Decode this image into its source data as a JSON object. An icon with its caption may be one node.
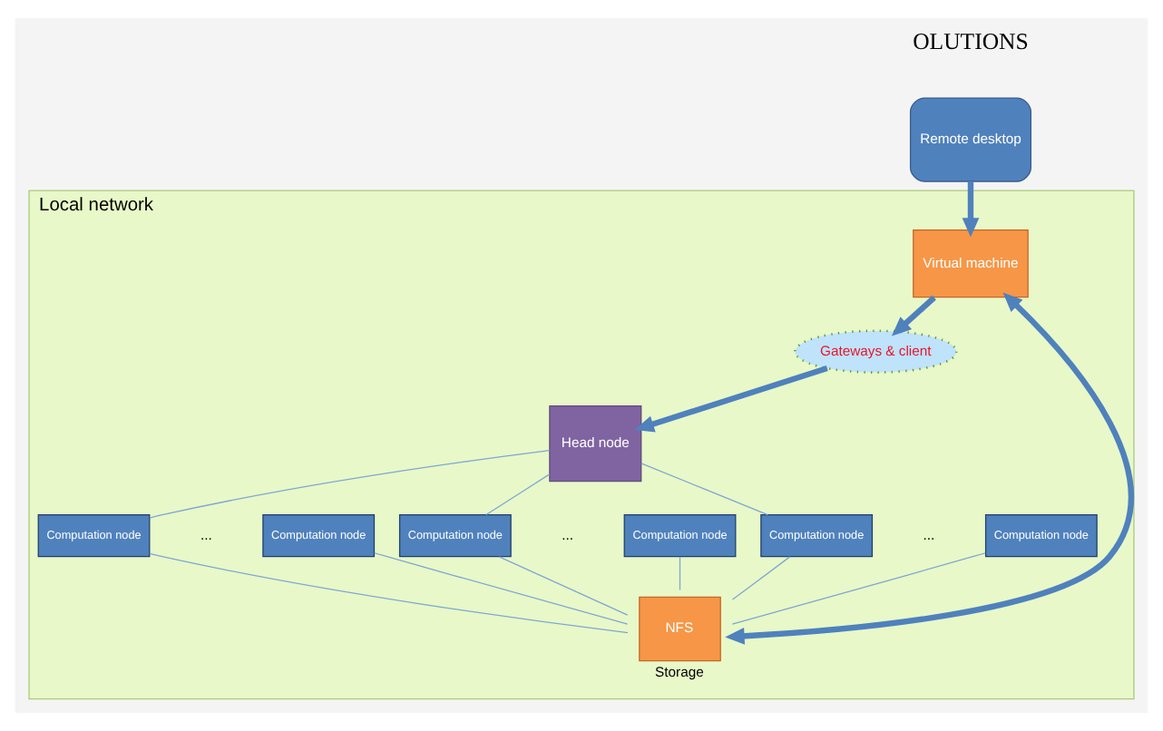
{
  "diagram": {
    "nodes": [
      {
        "text": [
          "Local network"
        ]
      },
      {
        "text": [
          "Head node"
        ],
        "in": 0
      },
      {
        "text": [
          "Computation node"
        ],
        "in": 0
      },
      {
        "text": [
          "Computation node"
        ],
        "in": 0
      },
      {
        "text": [
          "Computation node"
        ],
        "in": 0
      },
      {
        "text": [
          "Computation node"
        ],
        "in": 0
      },
      {
        "text": [
          "Computation node"
        ],
        "in": 0
      },
      {
        "text": [
          "Computation node"
        ],
        "in": 0
      },
      {
        "text": [
          "Remote desktop"
        ]
      },
      {
        "text": [
          "Gateways & client"
        ],
        "in": 0
      },
      {
        "text": [
          "Virtual machine"
        ],
        "in": 0
      },
      {
        "text": [
          "NFS"
        ],
        "beside": [
          "Storage"
        ],
        "in": 0
      }
    ],
    "edges": [
      {
        "from": 8,
        "to": 10,
        "arrow": "to",
        "style": "thick",
        "color": "#4f81bd"
      },
      {
        "from": 10,
        "to": 9,
        "arrow": "to",
        "style": "thick",
        "color": "#4f81bd"
      },
      {
        "from": 9,
        "to": 1,
        "arrow": "to",
        "style": "thick",
        "color": "#4f81bd"
      },
      {
        "from": 1,
        "to": 2,
        "arrow": "none"
      },
      {
        "from": 1,
        "to": 3,
        "arrow": "none"
      },
      {
        "from": 1,
        "to": 4,
        "arrow": "none"
      },
      {
        "from": 2,
        "to": 11,
        "arrow": "none"
      },
      {
        "from": 3,
        "to": 11,
        "arrow": "none"
      },
      {
        "from": 4,
        "to": 11,
        "arrow": "none"
      },
      {
        "from": 5,
        "to": 11,
        "arrow": "none"
      },
      {
        "from": 6,
        "to": 11,
        "arrow": "none"
      },
      {
        "from": 7,
        "to": 11,
        "arrow": "none"
      },
      {
        "from": 10,
        "to": 11,
        "arrow": "both",
        "style": "thick",
        "color": "#4f81bd"
      }
    ],
    "labels": [
      "OLUTIONS",
      "...",
      "...",
      "..."
    ]
  }
}
